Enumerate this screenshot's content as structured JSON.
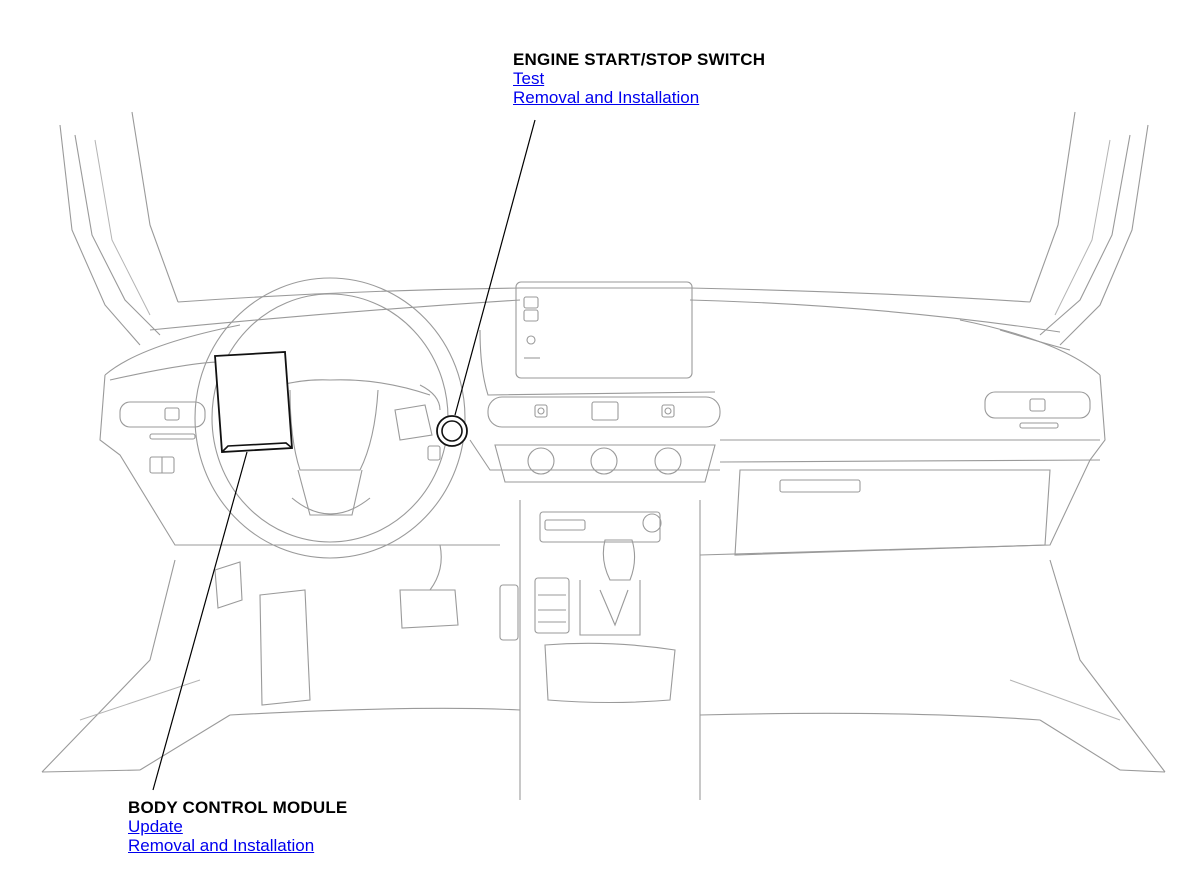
{
  "callouts": {
    "engine_switch": {
      "title": "ENGINE START/STOP SWITCH",
      "links": [
        "Test",
        "Removal and Installation"
      ]
    },
    "body_control_module": {
      "title": "BODY CONTROL MODULE",
      "links": [
        "Update",
        "Removal and Installation"
      ]
    }
  },
  "colors": {
    "link": "#0000ee",
    "text": "#000000",
    "linework": "#9a9a9a",
    "highlight_part": "#111111"
  }
}
